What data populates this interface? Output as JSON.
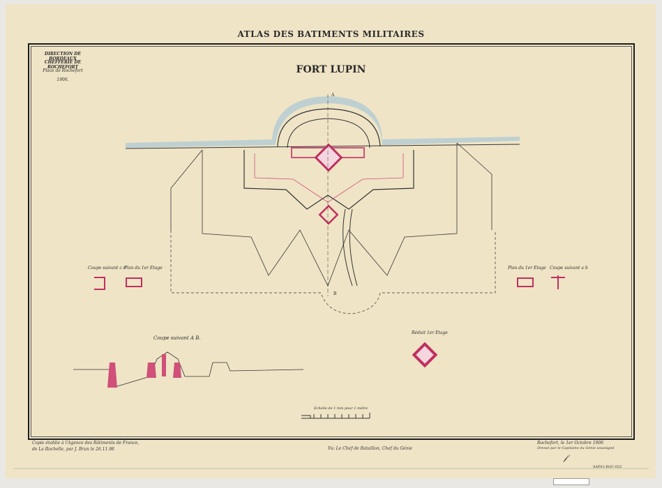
{
  "title": "ATLAS DES BATIMENTS MILITAIRES",
  "header": {
    "direction": "DIRECTION DE BORDEAUX",
    "chefferie": "CHEFFERIE DE ROCHEFORT",
    "place": "Place de Rochefort",
    "year": "1906."
  },
  "fort_name": "FORT LUPIN",
  "labels": {
    "section_cd": "Coupe suivant c d",
    "plan_left": "Plan du 1er Etage",
    "plan_right": "Plan du 1er Etage",
    "section_ab_small": "Coupe suivant a b",
    "section_AB": "Coupe suivant A B.",
    "redoubt": "Réduit 1er Etage",
    "point_a": "A",
    "point_b": "B",
    "scale": "Echelle de 1 mm pour 1 mètre"
  },
  "notes": {
    "copy_line1": "Copie établie à l'Agence des Bâtiments de France,",
    "copy_line2": "de La Rochelle, par J. Brun le 26.11.98",
    "visa": "Vu: Le Chef de Bataillon, Chef du Génie",
    "sign_line1": "Rochefort, le 1er Octobre 1906",
    "sign_line2": "Dressé par le Capitaine du Génie soussigné",
    "archive_code": "SAP01-ROC-053"
  },
  "colors": {
    "paper": "#efe4c6",
    "ink": "#2a2a2a",
    "masonry": "#d0507a",
    "water": "#a9c7d6"
  }
}
